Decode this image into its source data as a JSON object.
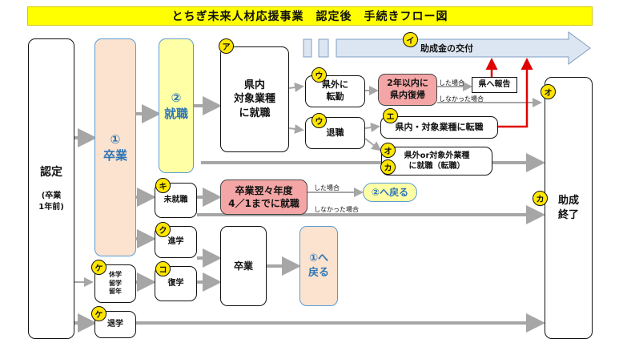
{
  "title": "とちぎ未来人材応援事業　認定後　手続きフロー図",
  "nodes": {
    "nintei": "認定",
    "nintei_sub": "(卒業\n1年前)",
    "sotsugyo": "①\n卒業",
    "shushoku": "②\n就職",
    "kennai": "県内\n対象業種\nに就職",
    "kengai_tendo": "県外に\n転勤",
    "fukki": "2年以内に\n県内復帰",
    "ken_hokoku": "県へ報告",
    "taishoku": "退職",
    "kennai_tenshoku": "県内・対象業種に転職",
    "kengai_tenshoku": "県外or対象外業種\nに就職（転職）",
    "mishushoku": "未就職",
    "yokuyoku": "卒業翌々年度\n4／1までに就職",
    "modoru2": "②へ戻る",
    "shingaku": "進学",
    "sotsugyo2": "卒業",
    "modoru1": "①へ\n戻る",
    "kyugaku": "休学\n留学\n留年",
    "fukugaku": "復学",
    "taigaku": "退学",
    "josei_kofu": "助成金の交付",
    "josei_shuryo": "助成\n終了"
  },
  "labels": {
    "shita": "した場合",
    "shinakatta": "しなかった場合"
  },
  "badges": {
    "a": "ア",
    "i": "イ",
    "u": "ウ",
    "e": "エ",
    "o": "オ",
    "ka": "カ",
    "ki": "キ",
    "ku": "ク",
    "ke": "ケ",
    "ko": "コ"
  },
  "colors": {
    "title_bg": "#ffff00",
    "badge": "#ffe600",
    "peach": "#fbe3cf",
    "pale_yellow": "#ffffa6",
    "pink": "#f4a6a6",
    "red_arrow": "#e00000",
    "grey_arrow": "#a6a6a6",
    "blue_banner": "#dce6f2"
  }
}
